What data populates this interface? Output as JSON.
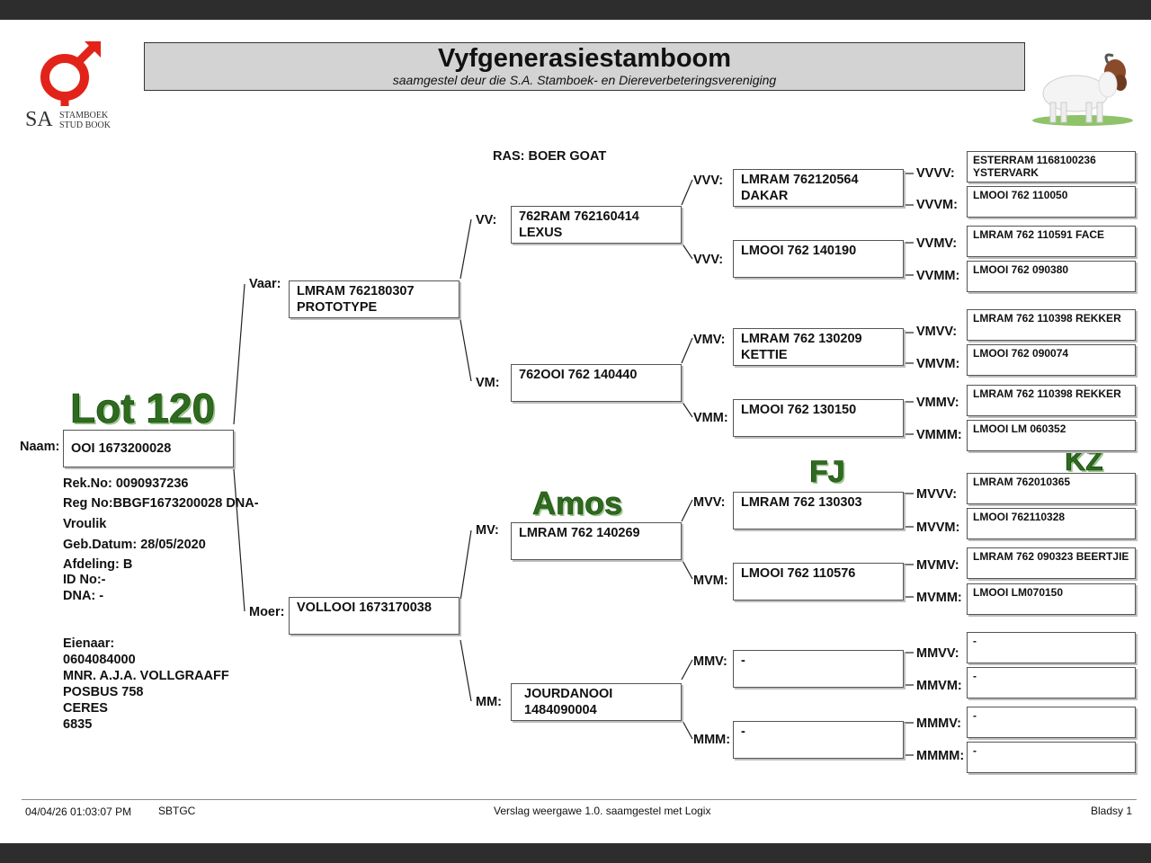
{
  "header": {
    "title": "Vyfgenerasiestamboom",
    "subtitle": "saamgestel deur die S.A. Stamboek- en Diereverbeteringsvereniging"
  },
  "logo": {
    "sa": "SA",
    "line1": "STAMBOEK",
    "line2": "STUD BOOK",
    "color": "#e2231a"
  },
  "ras": "RAS: BOER GOAT",
  "annotations": {
    "lot": "Lot 120",
    "amos": "Amos",
    "fj": "FJ",
    "kz": "KZ"
  },
  "animal": {
    "naam_label": "Naam:",
    "naam": "OOI 1673200028",
    "rek_no": "Rek.No: 0090937236",
    "reg_no": "Reg No:BBGF1673200028 DNA-",
    "sex": "Vroulik",
    "geb_datum": "Geb.Datum: 28/05/2020",
    "afdeling": "Afdeling: B",
    "id_no": "ID No:-",
    "dna": "DNA: -"
  },
  "owner": {
    "label": "Eienaar:",
    "number": "0604084000",
    "name": "MNR. A.J.A. VOLLGRAAFF",
    "address1": "POSBUS 758",
    "address2": "CERES",
    "postcode": "6835"
  },
  "gen1": {
    "vaar": {
      "label": "Vaar:",
      "name": "LMRAM 762180307\nPROTOTYPE"
    },
    "moer": {
      "label": "Moer:",
      "name": "VOLLOOI 1673170038"
    }
  },
  "gen2": {
    "vv": {
      "label": "VV:",
      "name": "762RAM 762160414\nLEXUS"
    },
    "vm": {
      "label": "VM:",
      "name": "762OOI 762 140440"
    },
    "mv": {
      "label": "MV:",
      "name": "LMRAM 762 140269"
    },
    "mm": {
      "label": "MM:",
      "name": "JOURDANOOI\n1484090004"
    }
  },
  "gen3": {
    "vvv": {
      "label": "VVV:",
      "name": "LMRAM 762120564\nDAKAR"
    },
    "vvm": {
      "label": "VVV:",
      "name": "LMOOI 762 140190"
    },
    "vmv": {
      "label": "VMV:",
      "name": "LMRAM 762 130209\nKETTIE"
    },
    "vmm": {
      "label": "VMM:",
      "name": "LMOOI 762 130150"
    },
    "mvv": {
      "label": "MVV:",
      "name": "LMRAM 762 130303"
    },
    "mvm": {
      "label": "MVM:",
      "name": "LMOOI 762 110576"
    },
    "mmv": {
      "label": "MMV:",
      "name": "-"
    },
    "mmm": {
      "label": "MMM:",
      "name": "-"
    }
  },
  "gen4": [
    {
      "label": "VVVV:",
      "name": "ESTERRAM 1168100236\nYSTERVARK"
    },
    {
      "label": "VVVM:",
      "name": "LMOOI 762 110050"
    },
    {
      "label": "VVMV:",
      "name": "LMRAM 762 110591 FACE"
    },
    {
      "label": "VVMM:",
      "name": "LMOOI 762 090380"
    },
    {
      "label": "VMVV:",
      "name": "LMRAM 762 110398 REKKER"
    },
    {
      "label": "VMVM:",
      "name": "LMOOI 762 090074"
    },
    {
      "label": "VMMV:",
      "name": "LMRAM 762 110398 REKKER"
    },
    {
      "label": "VMMM:",
      "name": "LMOOI LM 060352"
    },
    {
      "label": "MVVV:",
      "name": "LMRAM 762010365"
    },
    {
      "label": "MVVM:",
      "name": "LMOOI 762110328"
    },
    {
      "label": "MVMV:",
      "name": "LMRAM 762 090323 BEERTJIE"
    },
    {
      "label": "MVMM:",
      "name": "LMOOI LM070150"
    },
    {
      "label": "MMVV:",
      "name": "-"
    },
    {
      "label": "MMVM:",
      "name": "-"
    },
    {
      "label": "MMMV:",
      "name": "-"
    },
    {
      "label": "MMMM:",
      "name": "-"
    }
  ],
  "footer": {
    "timestamp": "04/04/26 01:03:07 PM",
    "code": "SBTGC",
    "report": "Verslag weergawe 1.0. saamgestel met Logix",
    "page": "Bladsy 1"
  }
}
